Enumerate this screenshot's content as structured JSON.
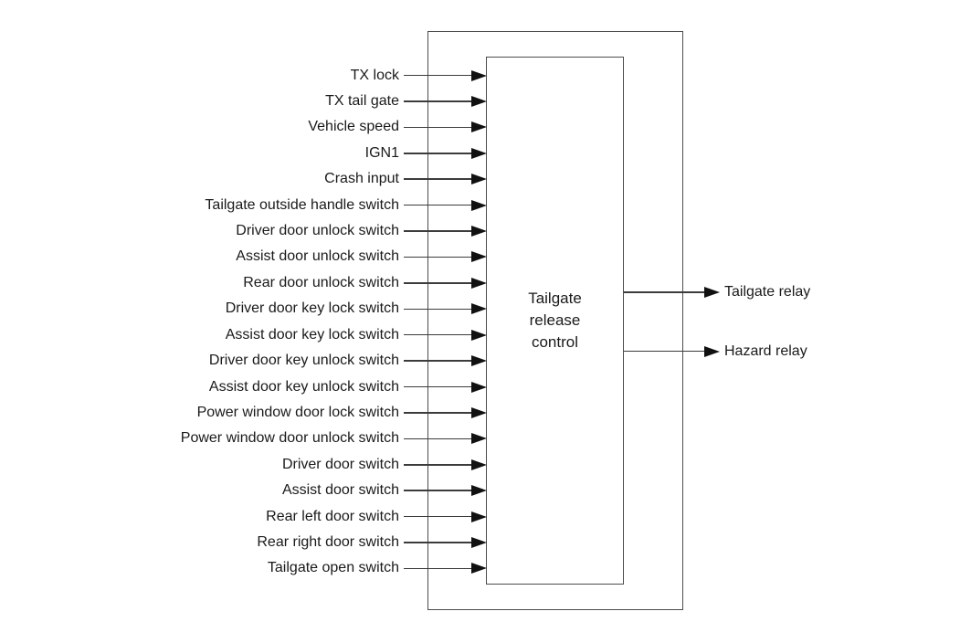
{
  "diagram": {
    "block": {
      "label": "Tailgate release control",
      "lines": [
        "Tailgate",
        "release",
        "control"
      ]
    },
    "inputs": [
      "TX lock",
      "TX tail gate",
      "Vehicle speed",
      "IGN1",
      "Crash input",
      "Tailgate outside handle switch",
      "Driver door unlock switch",
      "Assist door unlock switch",
      "Rear door unlock switch",
      "Driver door key lock switch",
      "Assist door key lock switch",
      "Driver door key unlock switch",
      "Assist door key unlock switch",
      "Power window door lock switch",
      "Power window door unlock switch",
      "Driver door switch",
      "Assist door switch",
      "Rear left door switch",
      "Rear right door switch",
      "Tailgate open switch"
    ],
    "outputs": [
      "Tailgate relay",
      "Hazard relay"
    ],
    "colors": {
      "background": "#ffffff",
      "line": "#3c3c3c",
      "arrow": "#111111",
      "text": "#1a1a1a",
      "border": "#4c4c4c"
    }
  }
}
